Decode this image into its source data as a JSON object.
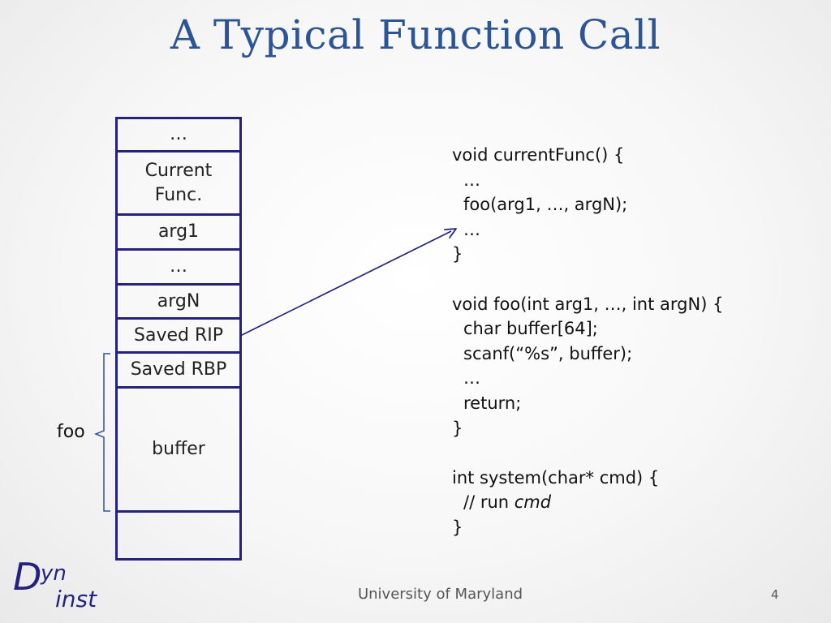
{
  "slide": {
    "title": "A Typical Function Call",
    "footer": "University of Maryland",
    "page_number": "4"
  },
  "stack": {
    "cells": [
      {
        "label": "…"
      },
      {
        "label": "Current\nFunc."
      },
      {
        "label": "arg1"
      },
      {
        "label": "…"
      },
      {
        "label": "argN"
      },
      {
        "label": "Saved RIP"
      },
      {
        "label": "Saved RBP"
      },
      {
        "label": "buffer"
      },
      {
        "label": ""
      }
    ],
    "foo_label": "foo"
  },
  "code": {
    "lines": [
      {
        "text": "void currentFunc() {",
        "indent": false
      },
      {
        "text": "…",
        "indent": true
      },
      {
        "text": "foo(arg1, …, argN);",
        "indent": true
      },
      {
        "text": "…",
        "indent": true
      },
      {
        "text": "}",
        "indent": false
      },
      {
        "text": "",
        "indent": false
      },
      {
        "text": "void foo(int arg1, …, int argN) {",
        "indent": false
      },
      {
        "text": "char buffer[64];",
        "indent": true
      },
      {
        "text": "scanf(“%s”, buffer);",
        "indent": true
      },
      {
        "text": "…",
        "indent": true
      },
      {
        "text": "return;",
        "indent": true
      },
      {
        "text": "}",
        "indent": false
      },
      {
        "text": "",
        "indent": false
      },
      {
        "text": "int system(char* cmd) {",
        "indent": false
      },
      {
        "text": "// run ",
        "italic_suffix": "cmd",
        "indent": true
      },
      {
        "text": "}",
        "indent": false
      }
    ]
  },
  "logo": {
    "d": "D",
    "yn": "yn",
    "inst": "inst"
  },
  "colors": {
    "title": "#2c5597",
    "stack_border": "#25217e",
    "arrow": "#25217e",
    "bracket": "#2c5597"
  }
}
